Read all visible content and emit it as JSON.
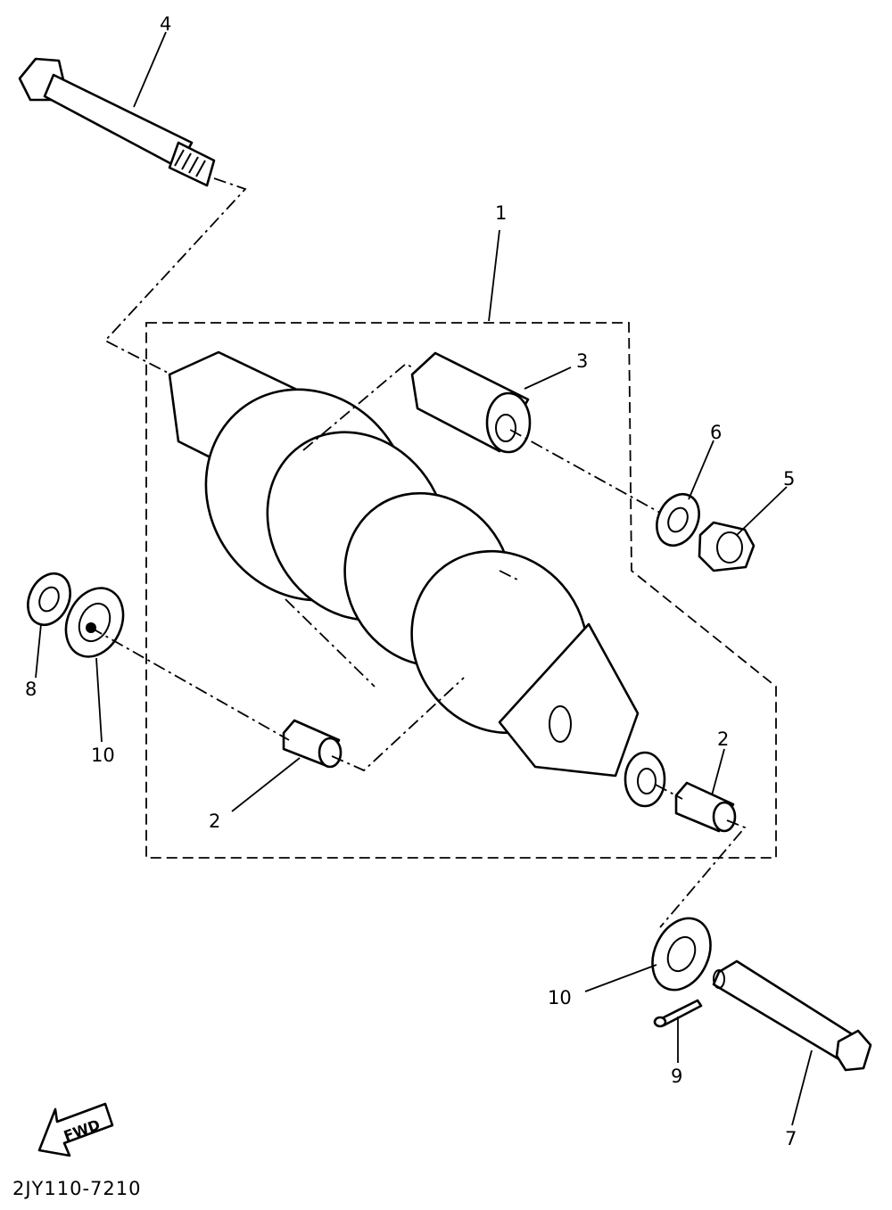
{
  "diagram": {
    "callouts": {
      "c1": "1",
      "c2a": "2",
      "c2b": "2",
      "c3": "3",
      "c4": "4",
      "c5": "5",
      "c6": "6",
      "c7": "7",
      "c8": "8",
      "c9": "9",
      "c10a": "10",
      "c10b": "10"
    },
    "fwd_label": "FWD",
    "drawing_code": "2JY110-7210"
  }
}
